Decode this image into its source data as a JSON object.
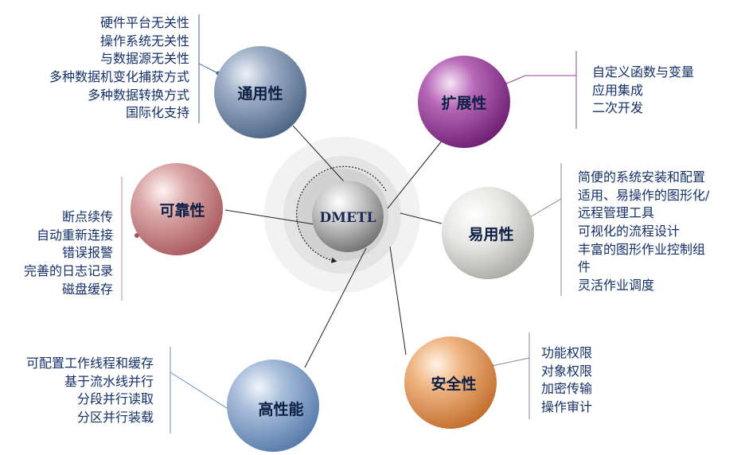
{
  "diagram": {
    "center": {
      "label": "DMETL"
    },
    "nodes": [
      {
        "id": "generality",
        "label": "通用性",
        "color": "#7188a8",
        "features": [
          "硬件平台无关性",
          "操作系统无关性",
          "与数据源无关性",
          "多种数据机变化捕获方式",
          "多种数据转换方式",
          "国际化支持"
        ]
      },
      {
        "id": "extensibility",
        "label": "扩展性",
        "color": "#9a3b9c",
        "features": [
          "自定义函数与变量",
          "应用集成",
          "二次开发"
        ]
      },
      {
        "id": "reliability",
        "label": "可靠性",
        "color": "#c98a8c",
        "features": [
          "断点续传",
          "自动重新连接",
          "错误报警",
          "完善的日志记录",
          "磁盘缓存"
        ]
      },
      {
        "id": "usability",
        "label": "易用性",
        "color": "#c8c8c6",
        "features": [
          "简便的系统安装和配置",
          "适用、易操作的图形化/",
          "远程管理工具",
          "可视化的流程设计",
          "丰富的图形作业控制组",
          "件",
          "灵活作业调度"
        ]
      },
      {
        "id": "performance",
        "label": "高性能",
        "color": "#7c9ac4",
        "features": [
          "可配置工作线程和缓存",
          "基于流水线并行",
          "分段并行读取",
          "分区并行装载"
        ]
      },
      {
        "id": "security",
        "label": "安全性",
        "color": "#de9a5c",
        "features": [
          "功能权限",
          "对象权限",
          "加密传输",
          "操作审计"
        ]
      }
    ]
  }
}
